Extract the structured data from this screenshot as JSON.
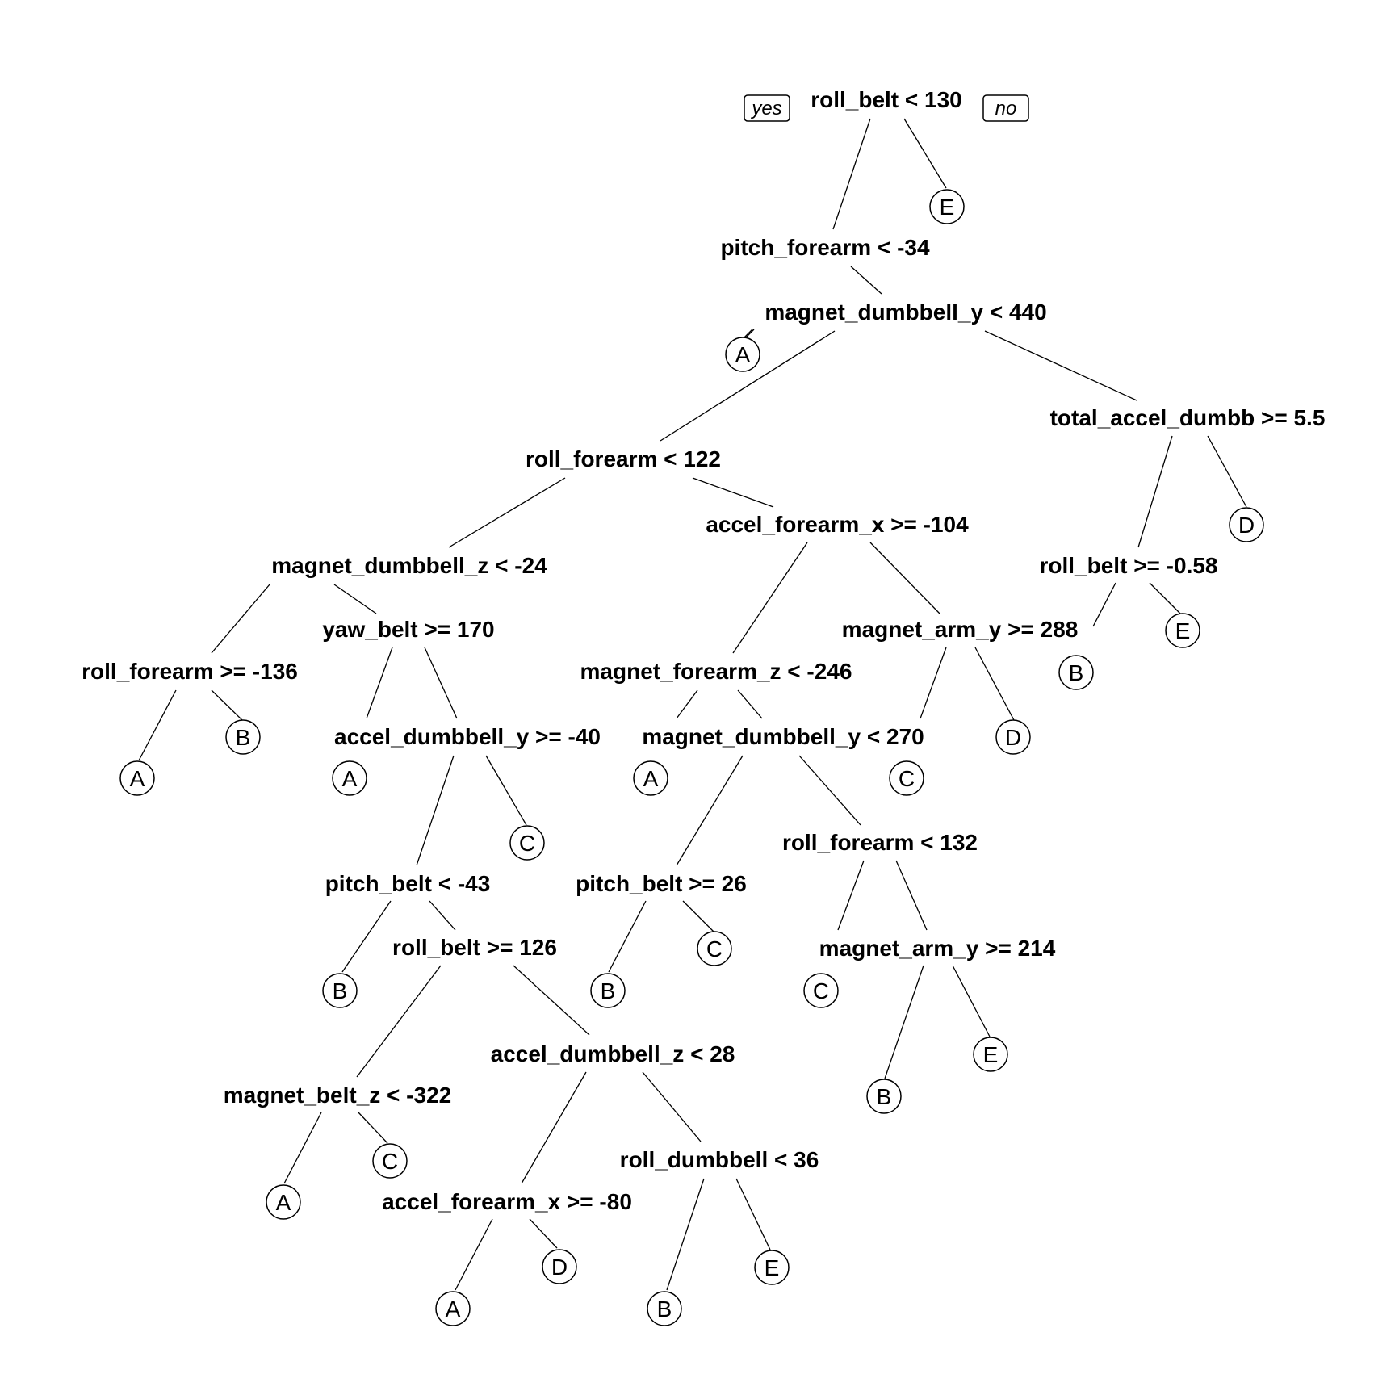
{
  "yes_label": "yes",
  "no_label": "no",
  "nodes": [
    {
      "id": "n1",
      "type": "split",
      "label": "roll_belt < 130"
    },
    {
      "id": "n2",
      "type": "split",
      "label": "pitch_forearm < -34"
    },
    {
      "id": "n3",
      "type": "leaf",
      "label": "E"
    },
    {
      "id": "n4",
      "type": "leaf",
      "label": "A"
    },
    {
      "id": "n5",
      "type": "split",
      "label": "magnet_dumbbell_y < 440"
    },
    {
      "id": "n6",
      "type": "split",
      "label": "roll_forearm < 122"
    },
    {
      "id": "n7",
      "type": "split",
      "label": "total_accel_dumbb >= 5.5"
    },
    {
      "id": "n8",
      "type": "split",
      "label": "magnet_dumbbell_z < -24"
    },
    {
      "id": "n9",
      "type": "split",
      "label": "accel_forearm_x >= -104"
    },
    {
      "id": "n10",
      "type": "split",
      "label": "roll_belt >= -0.58"
    },
    {
      "id": "n11",
      "type": "leaf",
      "label": "D"
    },
    {
      "id": "n12",
      "type": "split",
      "label": "roll_forearm >= -136"
    },
    {
      "id": "n13",
      "type": "split",
      "label": "yaw_belt >= 170"
    },
    {
      "id": "n14",
      "type": "split",
      "label": "magnet_forearm_z < -246"
    },
    {
      "id": "n15",
      "type": "split",
      "label": "magnet_arm_y >= 288"
    },
    {
      "id": "n16",
      "type": "leaf",
      "label": "B"
    },
    {
      "id": "n17",
      "type": "leaf",
      "label": "E"
    },
    {
      "id": "n18",
      "type": "leaf",
      "label": "A"
    },
    {
      "id": "n19",
      "type": "leaf",
      "label": "B"
    },
    {
      "id": "n20",
      "type": "leaf",
      "label": "A"
    },
    {
      "id": "n21",
      "type": "split",
      "label": "accel_dumbbell_y >= -40"
    },
    {
      "id": "n22",
      "type": "leaf",
      "label": "A"
    },
    {
      "id": "n23",
      "type": "split",
      "label": "magnet_dumbbell_y < 270"
    },
    {
      "id": "n24",
      "type": "leaf",
      "label": "C"
    },
    {
      "id": "n25",
      "type": "leaf",
      "label": "D"
    },
    {
      "id": "n26",
      "type": "split",
      "label": "pitch_belt < -43"
    },
    {
      "id": "n27",
      "type": "leaf",
      "label": "C"
    },
    {
      "id": "n28",
      "type": "split",
      "label": "pitch_belt >= 26"
    },
    {
      "id": "n29",
      "type": "split",
      "label": "roll_forearm < 132"
    },
    {
      "id": "n30",
      "type": "leaf",
      "label": "B"
    },
    {
      "id": "n31",
      "type": "split",
      "label": "roll_belt >= 126"
    },
    {
      "id": "n32",
      "type": "leaf",
      "label": "B"
    },
    {
      "id": "n33",
      "type": "leaf",
      "label": "C"
    },
    {
      "id": "n34",
      "type": "leaf",
      "label": "C"
    },
    {
      "id": "n35",
      "type": "split",
      "label": "magnet_arm_y >= 214"
    },
    {
      "id": "n36",
      "type": "split",
      "label": "magnet_belt_z < -322"
    },
    {
      "id": "n37",
      "type": "split",
      "label": "accel_dumbbell_z < 28"
    },
    {
      "id": "n38",
      "type": "leaf",
      "label": "B"
    },
    {
      "id": "n39",
      "type": "leaf",
      "label": "E"
    },
    {
      "id": "n40",
      "type": "leaf",
      "label": "A"
    },
    {
      "id": "n41",
      "type": "leaf",
      "label": "C"
    },
    {
      "id": "n42",
      "type": "split",
      "label": "accel_forearm_x >= -80"
    },
    {
      "id": "n43",
      "type": "split",
      "label": "roll_dumbbell < 36"
    },
    {
      "id": "n44",
      "type": "leaf",
      "label": "A"
    },
    {
      "id": "n45",
      "type": "leaf",
      "label": "D"
    },
    {
      "id": "n46",
      "type": "leaf",
      "label": "B"
    },
    {
      "id": "n47",
      "type": "leaf",
      "label": "E"
    }
  ],
  "edges": [
    [
      "n1",
      "n2"
    ],
    [
      "n1",
      "n3"
    ],
    [
      "n2",
      "n4"
    ],
    [
      "n2",
      "n5"
    ],
    [
      "n5",
      "n6"
    ],
    [
      "n5",
      "n7"
    ],
    [
      "n6",
      "n8"
    ],
    [
      "n6",
      "n9"
    ],
    [
      "n7",
      "n10"
    ],
    [
      "n7",
      "n11"
    ],
    [
      "n8",
      "n12"
    ],
    [
      "n8",
      "n13"
    ],
    [
      "n9",
      "n14"
    ],
    [
      "n9",
      "n15"
    ],
    [
      "n10",
      "n16"
    ],
    [
      "n10",
      "n17"
    ],
    [
      "n12",
      "n18"
    ],
    [
      "n12",
      "n19"
    ],
    [
      "n13",
      "n20"
    ],
    [
      "n13",
      "n21"
    ],
    [
      "n14",
      "n22"
    ],
    [
      "n14",
      "n23"
    ],
    [
      "n15",
      "n24"
    ],
    [
      "n15",
      "n25"
    ],
    [
      "n21",
      "n26"
    ],
    [
      "n21",
      "n27"
    ],
    [
      "n23",
      "n28"
    ],
    [
      "n23",
      "n29"
    ],
    [
      "n26",
      "n30"
    ],
    [
      "n26",
      "n31"
    ],
    [
      "n28",
      "n32"
    ],
    [
      "n28",
      "n33"
    ],
    [
      "n29",
      "n34"
    ],
    [
      "n29",
      "n35"
    ],
    [
      "n31",
      "n36"
    ],
    [
      "n31",
      "n37"
    ],
    [
      "n35",
      "n38"
    ],
    [
      "n35",
      "n39"
    ],
    [
      "n36",
      "n40"
    ],
    [
      "n36",
      "n41"
    ],
    [
      "n37",
      "n42"
    ],
    [
      "n37",
      "n43"
    ],
    [
      "n42",
      "n44"
    ],
    [
      "n42",
      "n45"
    ],
    [
      "n43",
      "n46"
    ],
    [
      "n43",
      "n47"
    ]
  ]
}
